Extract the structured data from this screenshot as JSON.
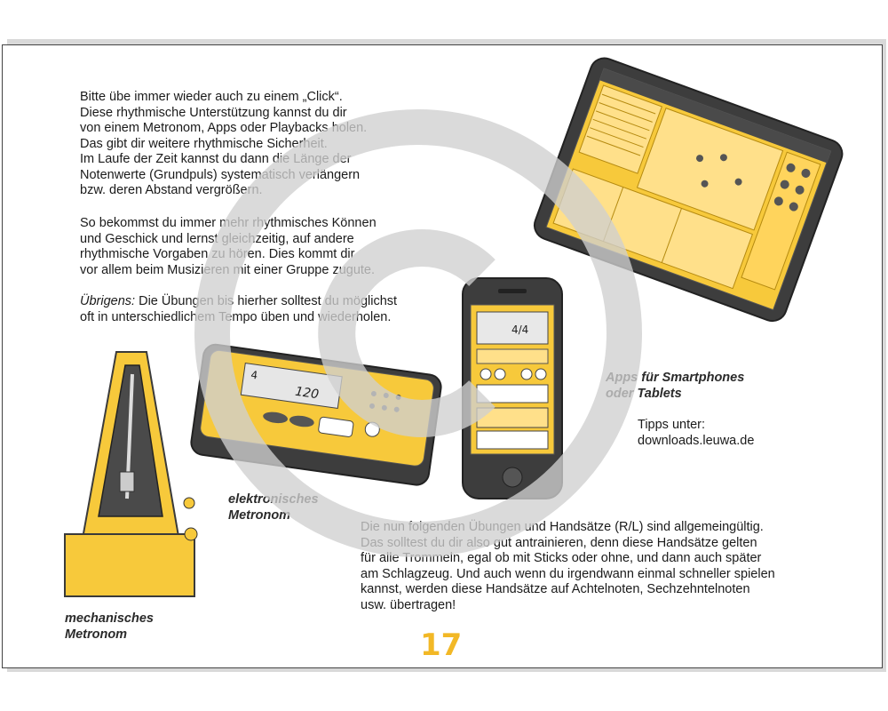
{
  "intro": {
    "text": "Bitte übe immer wieder auch zu einem „Click“.\nDiese rhythmische Unterstützung kannst du dir\nvon einem Metronom, Apps oder Playbacks holen.\nDas gibt dir weitere rhythmische Sicherheit.\nIm Laufe der Zeit kannst du dann die Länge der\nNotenwerte (Grundpuls) systematisch verlängern\nbzw. deren Abstand vergrößern."
  },
  "para2": {
    "text": "So bekommst du immer mehr rhythmisches Können\nund Geschick und lernst gleichzeitig, auf andere\nrhythmische Vorgaben zu hören. Dies kommt dir\nvor allem beim Musizieren mit einer Gruppe zugute."
  },
  "para3": {
    "label": "Übrigens:",
    "text": " Die Übungen bis hierher solltest du möglichst\noft in unterschiedlichem Tempo üben und wiederholen."
  },
  "bottom_paragraph": {
    "text": "Die nun folgenden Übungen und Handsätze (R/L) sind allgemeingültig.\nDas solltest du dir also gut antrainieren, denn diese Handsätze gelten\nfür alle Trommeln, egal ob mit Sticks oder ohne, und dann auch später\nam Schlagzeug. Und auch wenn du irgendwann einmal schneller spielen\nkannst, werden diese Handsätze auf Achtelnoten, Sechzehntelnoten\nusw. übertragen!"
  },
  "captions": {
    "mechanical": "mechanisches\nMetronom",
    "electronic": "elektronisches\nMetronom",
    "apps": "Apps für Smartphones\noder Tablets"
  },
  "tips": {
    "text": "Tipps unter:\ndownloads.leuwa.de"
  },
  "device_texts": {
    "electronic_display_beat": "4",
    "electronic_display_tempo": "120",
    "phone_time_signature": "4/4"
  },
  "page_number": "17",
  "colors": {
    "accent_yellow": "#f7c93b",
    "page_number": "#f2b826",
    "device_dark": "#3d3d3d",
    "watermark": "#d0d0d0"
  },
  "icons": {
    "metronome_mechanical": "mechanical-metronome-icon",
    "metronome_electronic": "electronic-metronome-icon",
    "smartphone": "smartphone-icon",
    "tablet": "tablet-icon"
  }
}
